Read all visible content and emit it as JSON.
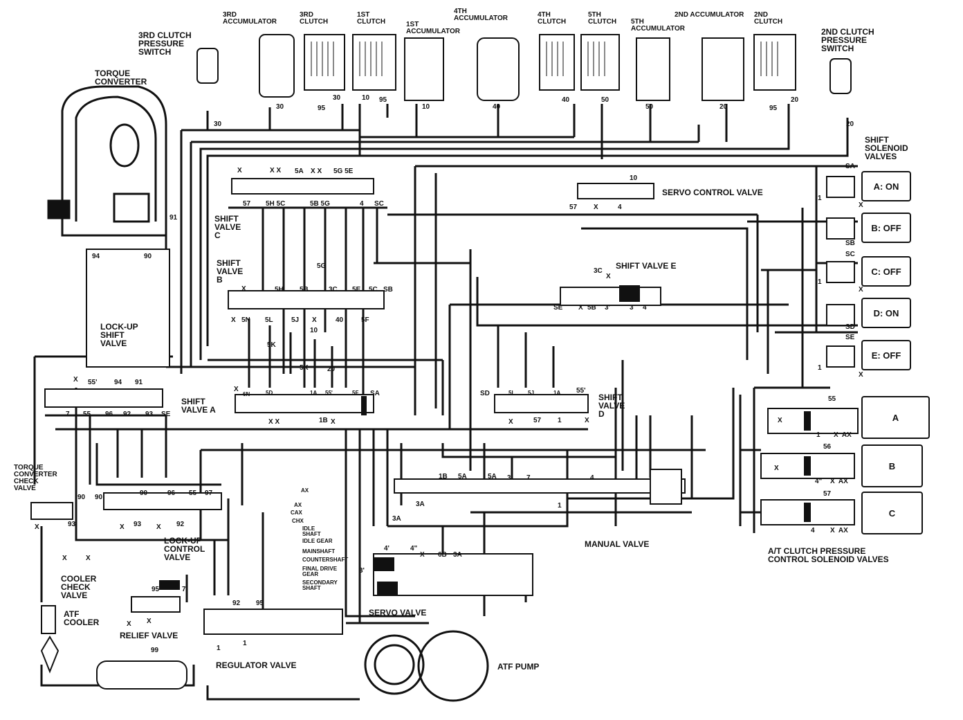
{
  "components": {
    "third_clutch_pressure_switch": "3RD CLUTCH\nPRESSURE\nSWITCH",
    "torque_converter": "TORQUE\nCONVERTER",
    "third_accumulator": "3RD\nACCUMULATOR",
    "third_clutch": "3RD\nCLUTCH",
    "first_clutch": "1ST\nCLUTCH",
    "first_accumulator": "1ST\nACCUMULATOR",
    "fourth_accumulator": "4TH\nACCUMULATOR",
    "fourth_clutch": "4TH\nCLUTCH",
    "fifth_clutch": "5TH\nCLUTCH",
    "fifth_accumulator": "5TH\nACCUMULATOR",
    "second_accumulator": "2ND ACCUMULATOR",
    "second_clutch": "2ND\nCLUTCH",
    "second_clutch_pressure_switch": "2ND CLUTCH\nPRESSURE\nSWITCH",
    "shift_solenoid_valves": "SHIFT\nSOLENOID\nVALVES",
    "servo_control_valve": "SERVO CONTROL VALVE",
    "shift_valve_c": "SHIFT\nVALVE\nC",
    "shift_valve_b": "SHIFT\nVALVE\nB",
    "shift_valve_e": "SHIFT VALVE E",
    "lock_up_shift_valve": "LOCK-UP\nSHIFT\nVALVE",
    "shift_valve_a": "SHIFT\nVALVE A",
    "shift_valve_d": "SHIFT\nVALVE\nD",
    "torque_converter_check_valve": "TORQUE\nCONVERTER\nCHECK\nVALVE",
    "lock_up_control_valve": "LOCK-UP\nCONTROL\nVALVE",
    "cooler_check_valve": "COOLER\nCHECK\nVALVE",
    "atf_cooler": "ATF\nCOOLER",
    "relief_valve": "RELIEF VALVE",
    "regulator_valve": "REGULATOR VALVE",
    "servo_valve": "SERVO VALVE",
    "atf_pump": "ATF PUMP",
    "manual_valve": "MANUAL VALVE",
    "at_clutch_pressure_control": "A/T CLUTCH PRESSURE\nCONTROL SOLENOID VALVES"
  },
  "solenoids": [
    {
      "code": "SA",
      "label": "A: ON"
    },
    {
      "code": "SB",
      "label": "B: OFF"
    },
    {
      "code": "SC",
      "label": "C: OFF"
    },
    {
      "code": "SD",
      "label": "D: ON"
    },
    {
      "code": "SE",
      "label": "E: OFF"
    }
  ],
  "pc_solenoids": [
    {
      "label": "A",
      "port": "55"
    },
    {
      "label": "B",
      "port": "56"
    },
    {
      "label": "C",
      "port": "57"
    }
  ],
  "shaft_legend": [
    "AX",
    "AX",
    "CAX",
    "CHX",
    "IDLE\nSHAFT",
    "IDLE GEAR",
    "MAINSHAFT",
    "COUNTERSHAFT",
    "FINAL DRIVE\nGEAR",
    "SECONDARY\nSHAFT"
  ],
  "ports": {
    "p30a": "30",
    "p30b": "30",
    "p95a": "95",
    "p30c": "30",
    "p10a": "10",
    "p95b": "95",
    "p10b": "10",
    "p40a": "40",
    "p40b": "40",
    "p50a": "50",
    "p50b": "50",
    "p20a": "20",
    "p95c": "95",
    "p20b": "20",
    "p20c": "20",
    "p91": "91",
    "p94": "94",
    "p90": "90",
    "x1": "X",
    "xx1": "X X",
    "p5a": "5A",
    "xx2": "X X",
    "p5g5e": "5G 5E",
    "p57a": "57",
    "p5h5c": "5H 5C",
    "p5b5g": "5B 5G",
    "p4a": "4",
    "pscA": "SC",
    "pX2": "X",
    "p5h": "5H",
    "p5b": "5B",
    "p3c": "3C",
    "p5e": "5E",
    "p5c": "5C",
    "psb": "SB",
    "p5g": "5G",
    "pX3": "X",
    "p5n": "5N",
    "p5l": "5L",
    "p5j": "5J",
    "pX4": "X",
    "p40c": "40",
    "p5f": "5F",
    "p10c": "10",
    "p5k": "5K",
    "p5k2": "5K",
    "p20d": "20",
    "pse1": "SE",
    "pX5": "X",
    "p5b2": "5B",
    "p3p": "3'",
    "p3": "3",
    "p4b": "4",
    "p3c2": "3C",
    "pX6": "X",
    "p10d": "10",
    "p57b": "57",
    "pX7": "X",
    "p4c": "4",
    "pX8": "X",
    "p55p": "55'",
    "p94b": "94",
    "p91b": "91",
    "p7a": "7",
    "p55": "55",
    "p96": "96",
    "p92": "92",
    "p93": "93",
    "pse2": "SE",
    "pX9": "X",
    "p6n": "6N",
    "p5d": "5D",
    "p1a": "1A",
    "p55p2": "55'",
    "p5f2": "5F",
    "psa": "SA",
    "pxx3": "X X",
    "p1b": "1B",
    "pX10": "X",
    "psd": "SD",
    "p5l2": "5L",
    "p5j2": "5J",
    "p1a2": "1A",
    "p55p3": "55'",
    "pX11": "X",
    "p57c": "57",
    "p1a3": "1",
    "pX12": "X",
    "p1b2": "1B",
    "p5a2": "5A",
    "p5a3": "5A",
    "p3b": "3",
    "p7b": "7",
    "p4d": "4",
    "p3a": "3A",
    "p3a2": "3A",
    "p1c": "1",
    "p90b": "90",
    "p90c": "90",
    "p90d": "90",
    "p96b": "96",
    "p55b": "55",
    "p97": "97",
    "p93b": "93",
    "p92b": "92",
    "pX13": "X",
    "pX14": "X",
    "pX15": "X",
    "p93c": "93",
    "pX16": "X",
    "p95d": "95",
    "p7c": "7",
    "pX17": "X",
    "pX18": "X",
    "p92c": "92",
    "p95e": "95",
    "p1d": "1",
    "p1e": "1",
    "p99": "99",
    "p4p": "4'",
    "p4pp": "4\"",
    "p6b": "6B",
    "p3a3": "3A",
    "p3p2": "3'",
    "pX19": "X",
    "p1s1": "1",
    "p1s2": "1",
    "p1s3": "1",
    "pXs1": "X",
    "pXs2": "X",
    "pXs3": "X",
    "p1pc": "1",
    "pxax1": "X  AX",
    "p4pc": "4\"",
    "pxax2": "X  AX",
    "p4pc2": "4",
    "pxax3": "X  AX",
    "pX0a": "X",
    "pX0b": "X",
    "pX0c": "X"
  }
}
